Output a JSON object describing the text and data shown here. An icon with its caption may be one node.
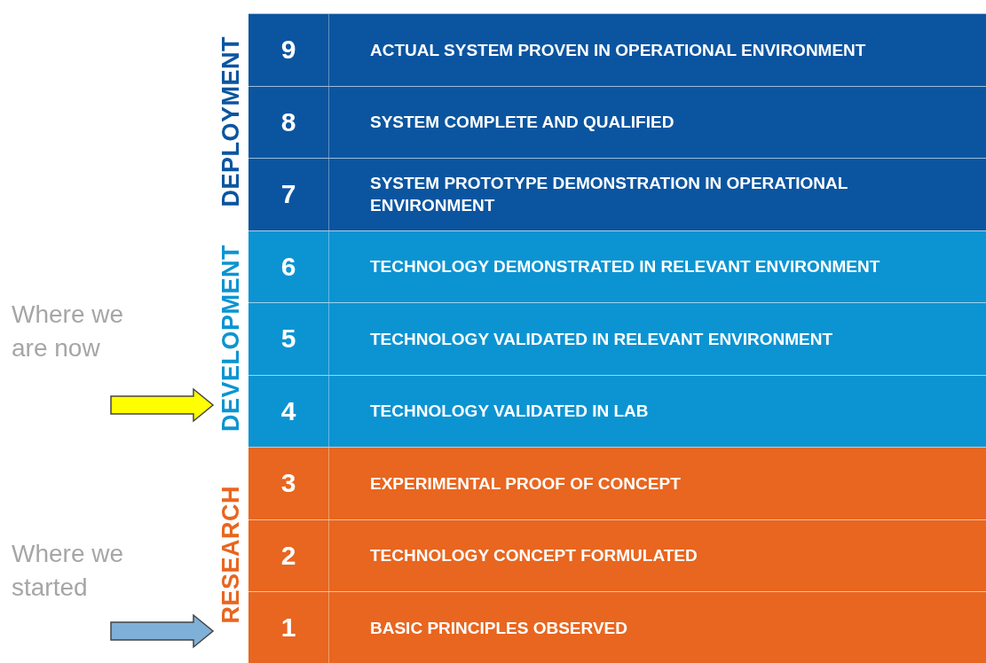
{
  "diagram": {
    "nodes": [
      {
        "text": [
          "DEPLOYMENT"
        ]
      },
      {
        "text": [
          "9",
          "ACTUAL SYSTEM PROVEN IN OPERATIONAL ENVIRONMENT"
        ],
        "in": 0
      },
      {
        "text": [
          "8",
          "SYSTEM COMPLETE AND QUALIFIED"
        ],
        "in": 0
      },
      {
        "text": [
          "7",
          "SYSTEM PROTOTYPE DEMONSTRATION IN OPERATIONAL ENVIRONMENT"
        ],
        "in": 0
      },
      {
        "text": [
          "DEVELOPMENT"
        ]
      },
      {
        "text": [
          "6",
          "TECHNOLOGY DEMONSTRATED IN RELEVANT ENVIRONMENT"
        ],
        "in": 4
      },
      {
        "text": [
          "5",
          "TECHNOLOGY VALIDATED IN RELEVANT ENVIRONMENT"
        ],
        "in": 4
      },
      {
        "text": [
          "4",
          "TECHNOLOGY VALIDATED IN LAB"
        ],
        "in": 4
      },
      {
        "text": [
          "RESEARCH"
        ]
      },
      {
        "text": [
          "3",
          "EXPERIMENTAL PROOF OF CONCEPT"
        ],
        "in": 8
      },
      {
        "text": [
          "2",
          "TECHNOLOGY CONCEPT FORMULATED"
        ],
        "in": 8
      },
      {
        "text": [
          "1",
          "BASIC PRINCIPLES OBSERVED"
        ],
        "in": 8
      }
    ],
    "edges": [
      {
        "from": null,
        "to": 4,
        "arrow": "to",
        "color": "#ffff00"
      },
      {
        "from": null,
        "to": 8,
        "arrow": "to",
        "color": "#7fb0d8"
      }
    ],
    "labels": [
      "Where we are now",
      "Where we started"
    ]
  }
}
